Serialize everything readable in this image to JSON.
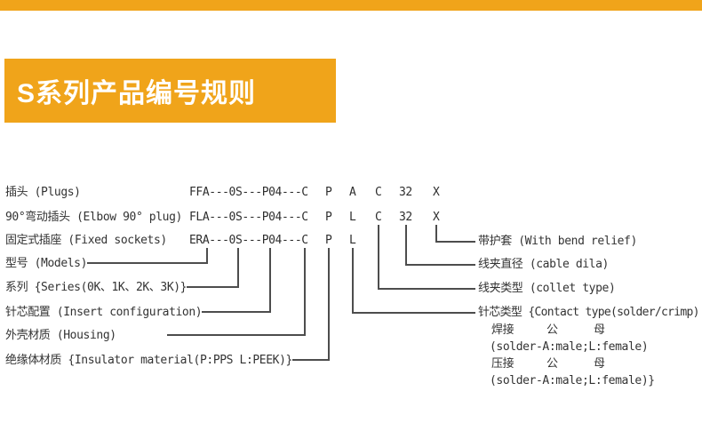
{
  "colors": {
    "accent": "#F0A41A",
    "diagram_text": "#333333",
    "line_color": "#4d4d4d",
    "title_text": "#ffffff"
  },
  "title": "S系列产品编号规则",
  "plug_types": [
    "插头 (Plugs)",
    "90°弯动插头 (Elbow 90° plug)",
    "固定式插座 (Fixed sockets)"
  ],
  "code_rows": [
    {
      "base": "FFA---0S---P04---C",
      "insulator": "P",
      "contact": "A",
      "collet": "C",
      "diameter": "32",
      "relief": "X"
    },
    {
      "base": "FLA---0S---P04---C",
      "insulator": "P",
      "contact": "L",
      "collet": "C",
      "diameter": "32",
      "relief": "X"
    },
    {
      "base": "ERA---0S---P04---C",
      "insulator": "P",
      "contact": "L",
      "collet": "",
      "diameter": "",
      "relief": ""
    }
  ],
  "left_labels": {
    "models": "型号 (Models)",
    "series": "系列 {Series(0K、1K、2K、3K)}",
    "insert_config": "针芯配置 (Insert configuration)",
    "housing": "外壳材质 (Housing)",
    "insulator": "绝缘体材质 {Insulator material(P:PPS L:PEEK)}"
  },
  "right_labels": {
    "bend_relief": "带护套 (With bend relief)",
    "cable_dia": "线夹直径 (cable dila)",
    "collet_type": "线夹类型 (collet type)",
    "contact_type": "针芯类型 {Contact type(solder/crimp)"
  },
  "contact_detail": {
    "solder": {
      "method": "焊接",
      "male": "公",
      "female": "母",
      "note": "(solder-A:male;L:female)"
    },
    "crimp": {
      "method": "压接",
      "male": "公",
      "female": "母",
      "note": "(solder-A:male;L:female)}"
    }
  }
}
